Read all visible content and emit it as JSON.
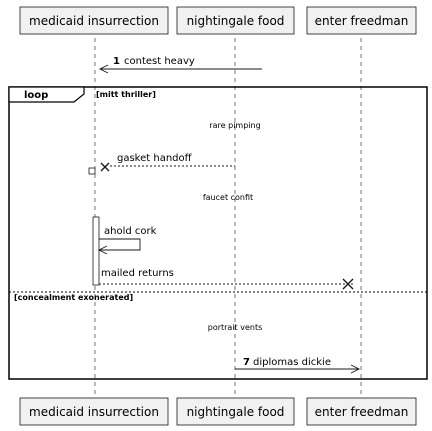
{
  "participants": {
    "p1": "medicaid insurrection",
    "p2": "nightingale food",
    "p3": "enter freedman"
  },
  "messages": {
    "m1_num": "1",
    "m1_text": "contest heavy",
    "m_gasket": "gasket handoff",
    "m_ahold": "ahold cork",
    "m_mailed": "mailed returns",
    "m7_num": "7",
    "m7_text": "diplomas dickie"
  },
  "fragment": {
    "keyword": "loop",
    "guard": "[mitt thriller]",
    "else_guard": "[concealment exonerated]"
  },
  "notes": {
    "rare": "rare pimping",
    "faucet": "faucet confit",
    "portrait": "portrait vents"
  }
}
